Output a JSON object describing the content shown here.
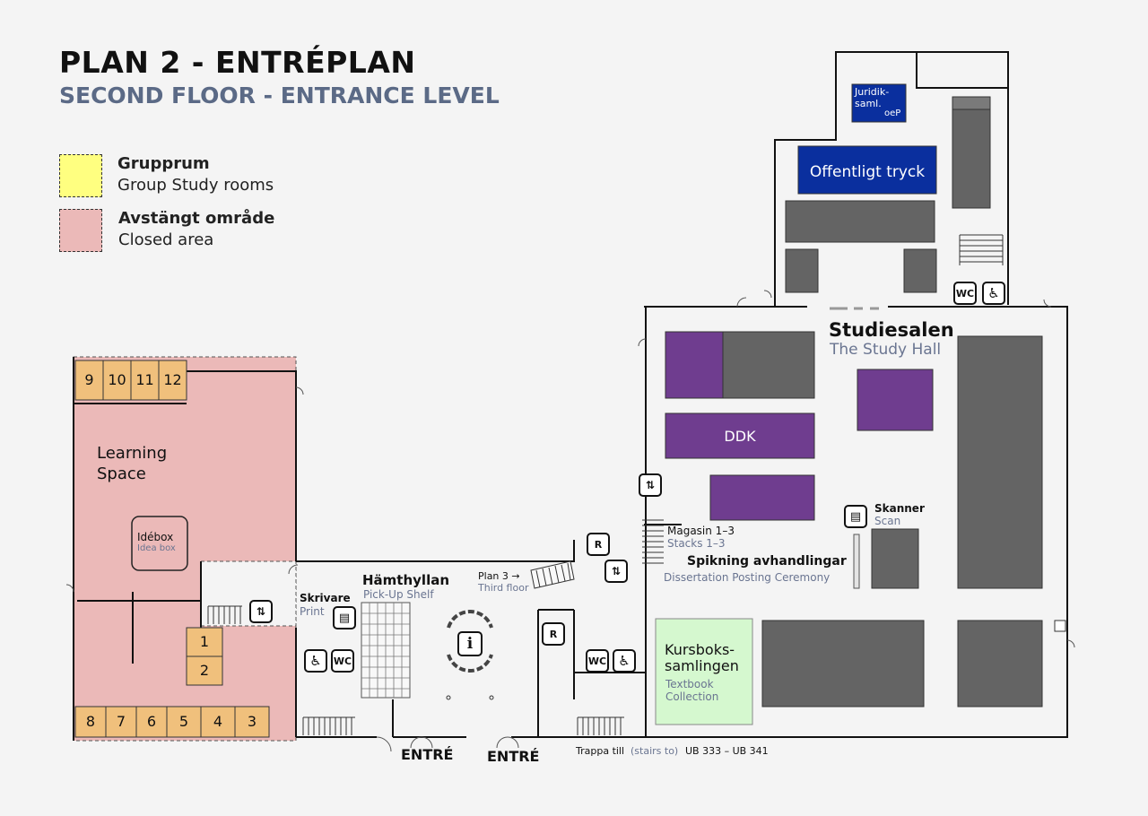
{
  "header": {
    "title": "PLAN 2 - ENTRÉPLAN",
    "subtitle": "SECOND FLOOR - ENTRANCE LEVEL"
  },
  "legend": {
    "group_rooms": {
      "label_sv": "Grupprum",
      "label_en": "Group Study rooms",
      "color": "#ffff80"
    },
    "closed_area": {
      "label_sv": "Avstängt område",
      "label_en": "Closed area",
      "color": "#ebb9b8"
    }
  },
  "colors": {
    "shelf": "#646464",
    "purple": "#6f3d8f",
    "blue": "#0a2f9e",
    "green": "#d5f8cf",
    "room": "#f0c07c",
    "closed": "#ebb9b8"
  },
  "areas": {
    "learning_space": {
      "line1": "Learning",
      "line2": "Space"
    },
    "idebox": {
      "sv": "Idébox",
      "en": "Idea box"
    },
    "juridik": {
      "line1": "Juridik-",
      "line2": "saml.",
      "line3": "oeP"
    },
    "offentligt_tryck": "Offentligt tryck",
    "studiesalen": {
      "sv": "Studiesalen",
      "en": "The Study Hall"
    },
    "ddk": "DDK",
    "skanner": {
      "sv": "Skanner",
      "en": "Scan"
    },
    "magasin": {
      "sv": "Magasin 1–3",
      "en": "Stacks 1–3"
    },
    "spikning": {
      "sv": "Spikning avhandlingar",
      "en": "Dissertation Posting Ceremony"
    },
    "hamthyllan": {
      "sv": "Hämthyllan",
      "en": "Pick-Up Shelf"
    },
    "plan3": {
      "sv": "Plan 3 →",
      "en": "Third floor"
    },
    "skrivare": {
      "sv": "Skrivare",
      "en": "Print"
    },
    "kursbok": {
      "line1": "Kursboks-",
      "line2": "samlingen",
      "en1": "Textbook",
      "en2": "Collection"
    },
    "entre_left": "ENTRÉ",
    "entre_right": "ENTRÉ",
    "trappa": {
      "sv": "Trappa till",
      "en": "(stairs to)",
      "rooms": "UB 333 – UB 341"
    }
  },
  "group_rooms": {
    "top": [
      "9",
      "10",
      "11",
      "12"
    ],
    "middle": [
      "1",
      "2"
    ],
    "bottom": [
      "8",
      "7",
      "6",
      "5",
      "4",
      "3"
    ]
  },
  "icons": {
    "wc": "WC",
    "info": "i",
    "terminal": "R"
  }
}
